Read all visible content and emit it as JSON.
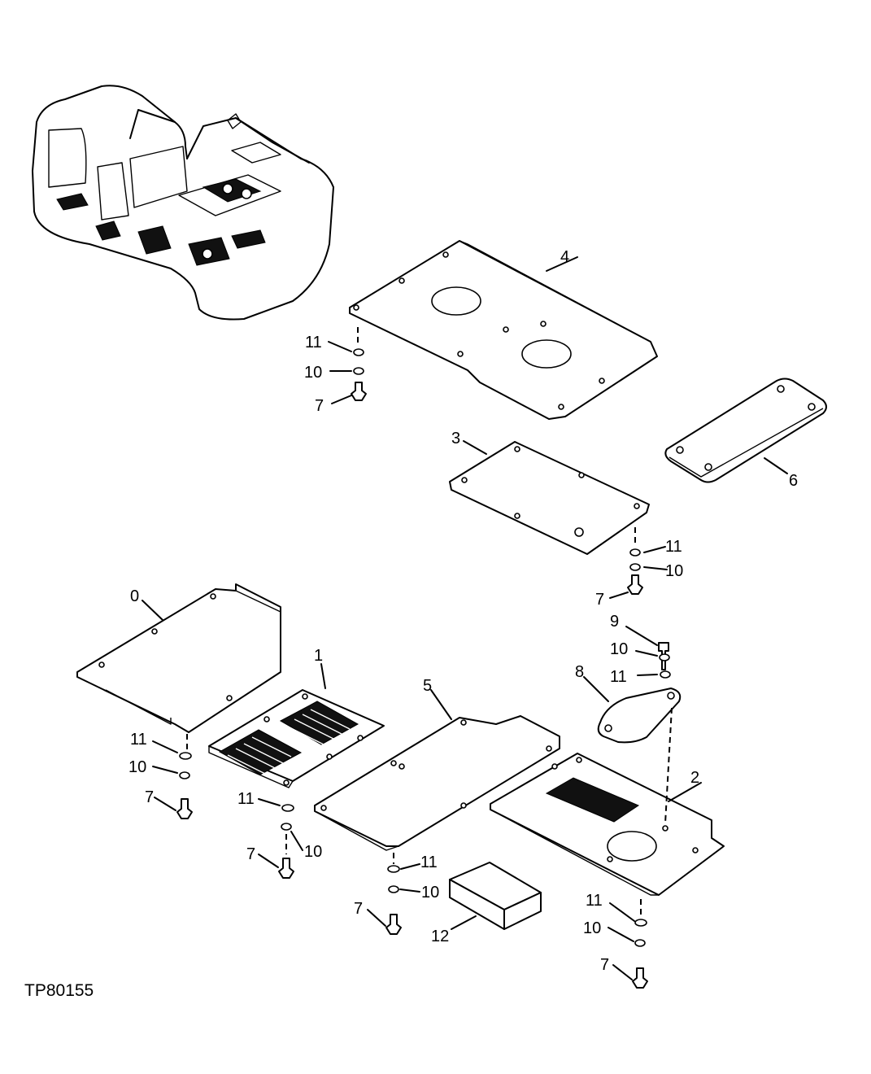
{
  "figure_id": "TP80155",
  "callouts": {
    "c0": "0",
    "c1": "1",
    "c2": "2",
    "c3": "3",
    "c4": "4",
    "c5": "5",
    "c6": "6",
    "c7": "7",
    "c8": "8",
    "c9": "9",
    "c10": "10",
    "c11": "11",
    "c12": "12"
  }
}
